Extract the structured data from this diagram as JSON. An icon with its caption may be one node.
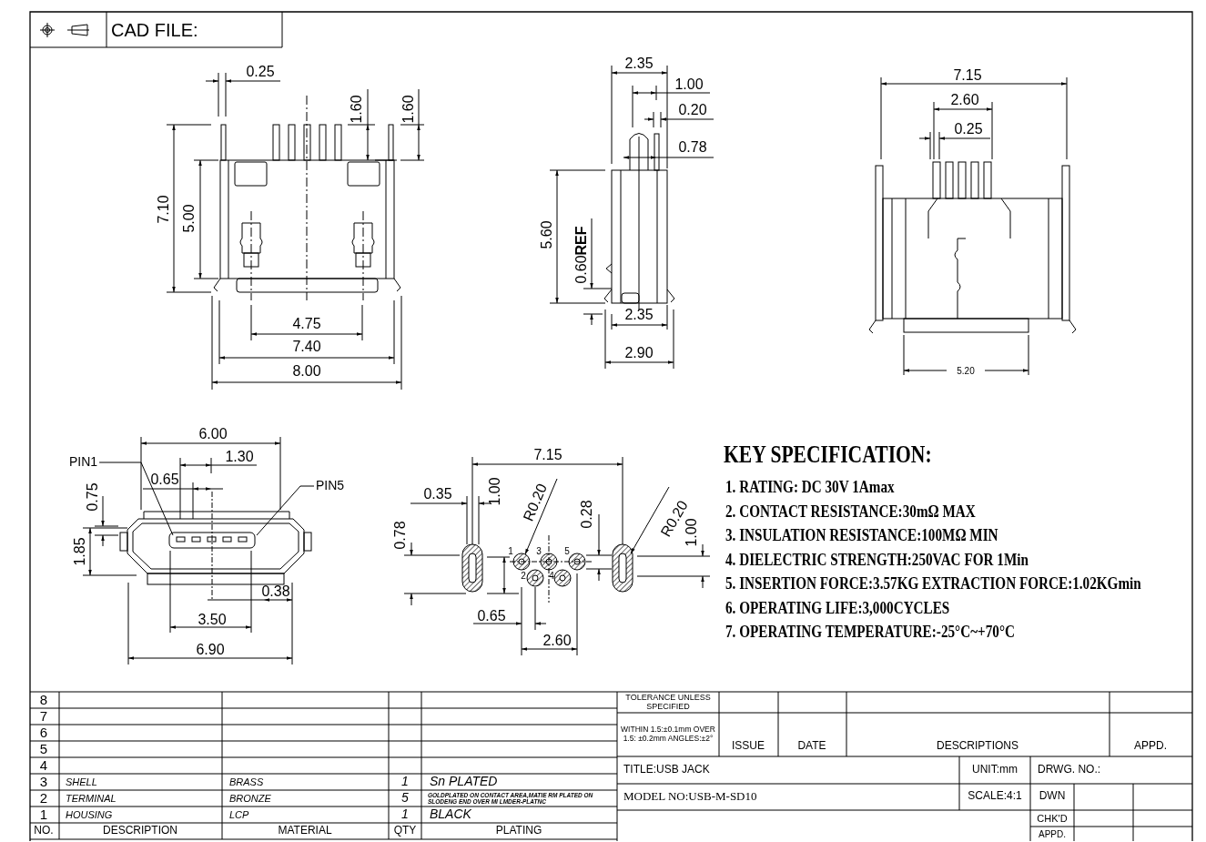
{
  "diagram": {
    "nodes": [
      {
        "text": [
          "PIN1"
        ]
      },
      {
        "text": [
          "PIN5"
        ]
      }
    ],
    "edges": [
      {
        "from": 0,
        "to": null,
        "arrow": "none"
      },
      {
        "from": 1,
        "to": null,
        "arrow": "none"
      }
    ],
    "labels": [
      "CAD FILE:",
      "0.25",
      "1.60",
      "1.60",
      "7.10",
      "5.00",
      "4.75",
      "7.40",
      "8.00",
      "2.35",
      "1.00",
      "0.20",
      "0.78",
      "5.60",
      "0.60**REF**",
      "2.35",
      "2.90",
      "7.15",
      "2.60",
      "0.25",
      "5.20",
      "6.00",
      "1.30",
      "0.65",
      "0.75",
      "1.85",
      "0.38",
      "3.50",
      "6.90",
      "7.15",
      "0.35",
      "1.00",
      "R0.20",
      "0.28",
      "0.78",
      "R0.20",
      "1.00",
      "1",
      "3",
      "5",
      "2",
      "4",
      "0.65",
      "2.60",
      "KEY SPECIFICATION:",
      "1. RATING: DC 30V 1Amax",
      "2. CONTACT RESISTANCE:30mΩ MAX",
      "3. INSULATION RESISTANCE:100MΩ MIN",
      "4. DIELECTRIC STRENGTH:250VAC FOR 1Min",
      "5. INSERTION FORCE:3.57KG EXTRACTION FORCE:1.02KGmin",
      "6. OPERATING LIFE:3,000CYCLES",
      "7. OPERATING TEMPERATURE:-25°C~+70°C",
      "8",
      "7",
      "6",
      "5",
      "4",
      "3",
      "SHELL",
      "BRASS",
      "1",
      "Sn PLATED",
      "2",
      "TERMINAL",
      "BRONZE",
      "5",
      "GOLDPLATED ON CONTACT AREA,MATIE RM PLATED ON SLODENG END OVER MI LMDER-PLATNC",
      "1",
      "HOUSING",
      "LCP",
      "1",
      "BLACK",
      "NO.",
      "DESCRIPTION",
      "MATERIAL",
      "QTY",
      "PLATING",
      "TOLERANCE UNLESS SPECIFIED",
      "WITHIN 1.5:±0.1mm OVER 1.5: ±0.2mm ANGLES:±2°",
      "ISSUE",
      "DATE",
      "DESCRIPTIONS",
      "APPD.",
      "TITLE:USB JACK",
      "UNIT:mm",
      "DRWG. NO.:",
      "MODEL NO:USB-M-SD10",
      "SCALE:4:1",
      "DWN",
      "CHK'D",
      "APPD."
    ]
  }
}
